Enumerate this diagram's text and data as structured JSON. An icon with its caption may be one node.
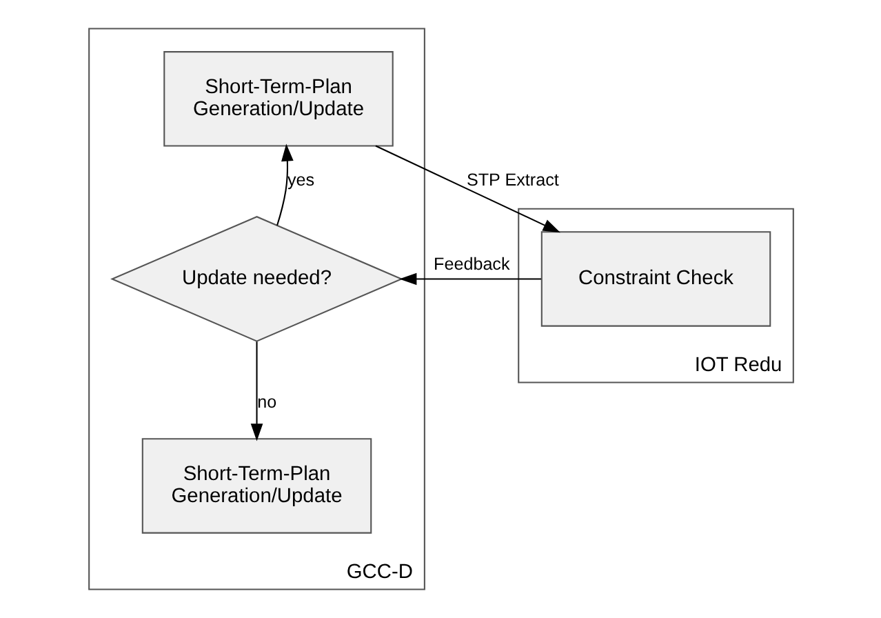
{
  "diagram": {
    "nodes": [
      {
        "text": [
          "GCC-D"
        ]
      },
      {
        "text": [
          "Short-Term-Plan Generation/Update"
        ],
        "in": 0
      },
      {
        "text": [
          "Update needed?"
        ],
        "in": 0
      },
      {
        "text": [
          "Short-Term-Plan Generation/Update"
        ],
        "in": 0
      },
      {
        "text": [
          "IOT Redu"
        ]
      },
      {
        "text": [
          "Constraint Check"
        ],
        "in": 4
      }
    ],
    "edges": [
      {
        "from": 1,
        "to": 5,
        "arrow": "to",
        "label": "STP Extract"
      },
      {
        "from": 5,
        "to": 2,
        "arrow": "to",
        "label": "Feedback"
      },
      {
        "from": 2,
        "to": 1,
        "arrow": "to",
        "label": "yes"
      },
      {
        "from": 2,
        "to": 3,
        "arrow": "to",
        "label": "no"
      }
    ]
  }
}
